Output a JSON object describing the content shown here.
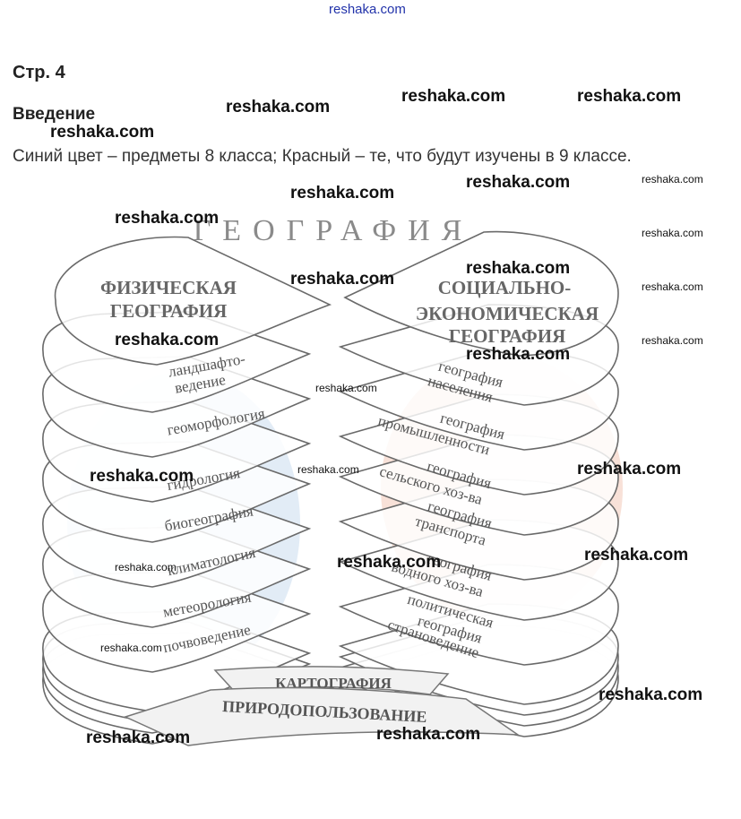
{
  "site": {
    "link": "reshaka.com"
  },
  "page": {
    "number": "Стр. 4",
    "heading": "Введение",
    "description": "Синий цвет – предметы 8 класса; Красный – те, что будут изучены в 9 классе."
  },
  "watermark": "reshaka.com",
  "diagram": {
    "title": "ГЕОГРАФИЯ",
    "left_head": [
      "ФИЗИЧЕСКАЯ",
      "ГЕОГРАФИЯ"
    ],
    "right_head": [
      "СОЦИАЛЬНО-",
      "ЭКОНОМИЧЕСКАЯ",
      "ГЕОГРАФИЯ"
    ],
    "left_items": [
      [
        "ландшафто-",
        "ведение"
      ],
      [
        "геоморфология"
      ],
      [
        "гидрология"
      ],
      [
        "биогеография"
      ],
      [
        "климатология"
      ],
      [
        "метеорология"
      ],
      [
        "почвоведение"
      ]
    ],
    "right_items": [
      [
        "география",
        "населения"
      ],
      [
        "география",
        "промышленности"
      ],
      [
        "география",
        "сельского хоз-ва"
      ],
      [
        "география",
        "транспорта"
      ],
      [
        "география",
        "водного хоз-ва"
      ],
      [
        "политическая",
        "география"
      ],
      [
        "страноведение"
      ]
    ],
    "base1": "КАРТОГРАФИЯ",
    "base2": "ПРИРОДОПОЛЬЗОВАНИЕ"
  },
  "colors": {
    "paper": "#ffffff",
    "ink": "#6a6a6a",
    "blue_tint": "#cfe0f0",
    "red_tint": "#f3c9b8",
    "link": "#2233aa"
  }
}
